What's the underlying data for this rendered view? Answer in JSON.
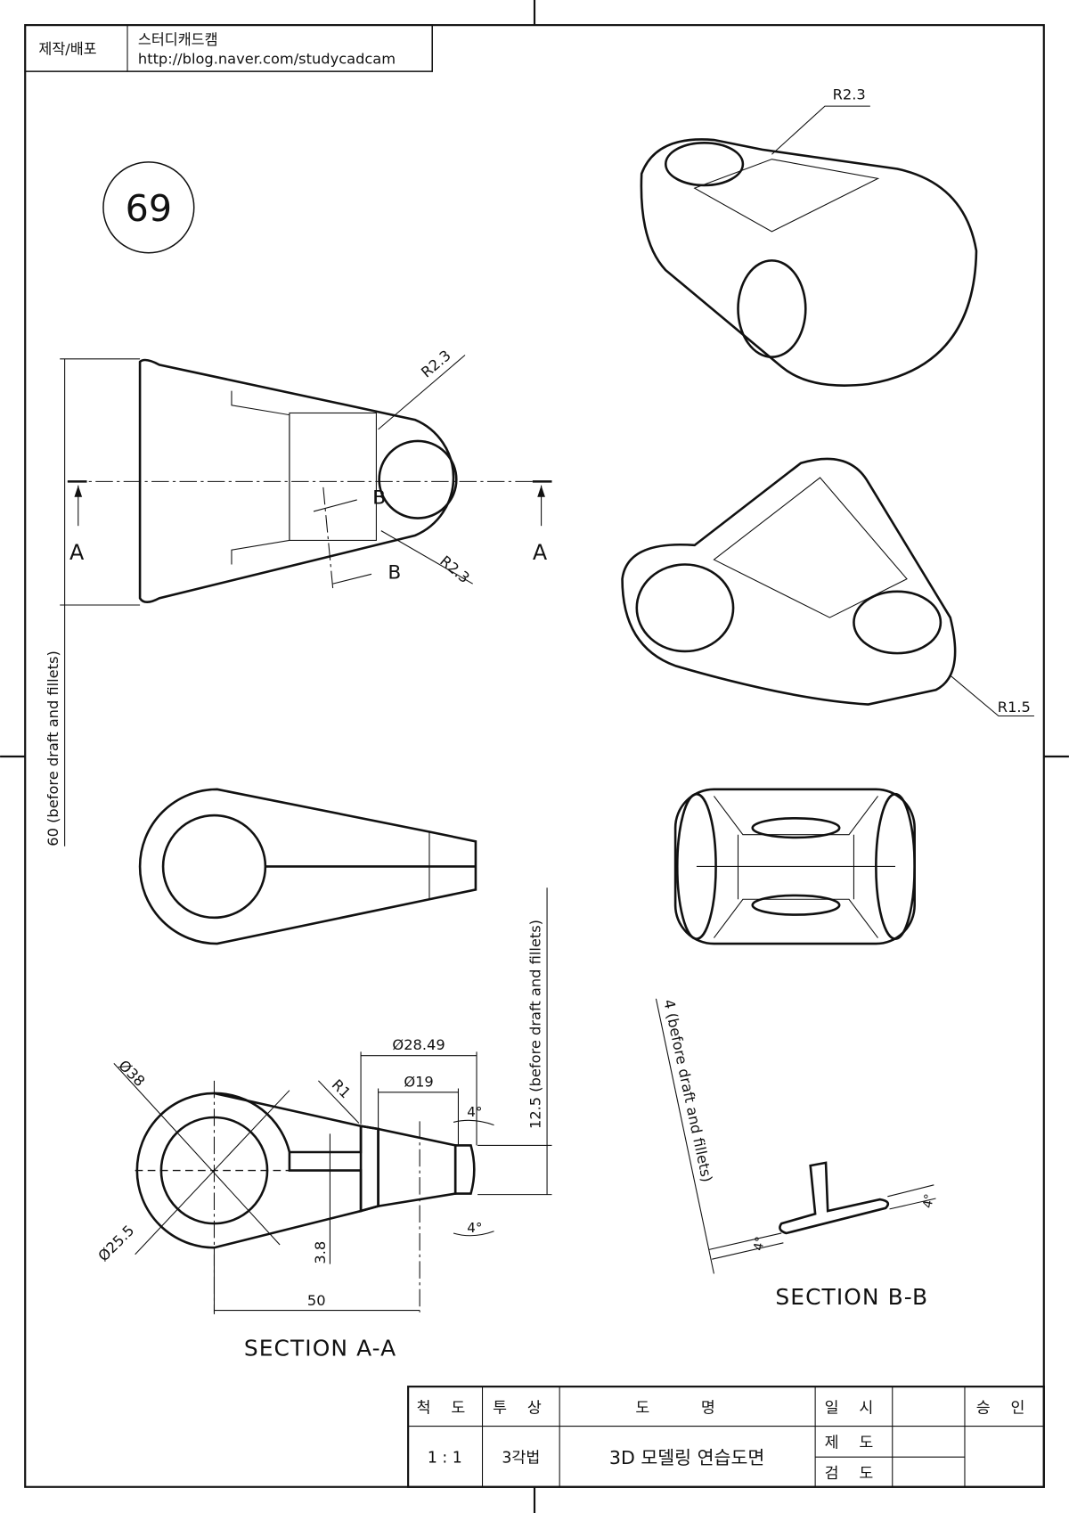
{
  "header": {
    "label": "제작/배포",
    "author": "스터디캐드캠",
    "url": "http://blog.naver.com/studycadcam"
  },
  "drawing_number": "69",
  "iso_views": {
    "top_radius": "R2.3",
    "bottom_radius": "R1.5"
  },
  "front_view": {
    "radius_top": "R2.3",
    "radius_bottom": "R2.3",
    "section_a_left": "A",
    "section_a_right": "A",
    "section_b_top": "B",
    "section_b_bottom": "B",
    "height_dim": "60 (before draft and fillets)"
  },
  "section_aa": {
    "title": "SECTION A-A",
    "dia_outer_top": "Ø28.49",
    "dia_inner_top": "Ø19",
    "fillet": "R1",
    "dia_38": "Ø38",
    "dia_25_5": "Ø25.5",
    "web": "3.8",
    "length": "50",
    "angle_top": "4°",
    "angle_bottom": "4°",
    "height_dim": "12.5 (before draft and fillets)"
  },
  "section_bb": {
    "title": "SECTION B-B",
    "thickness_dim": "4 (before draft and fillets)",
    "angle_left": "4°",
    "angle_right": "4°"
  },
  "title_block": {
    "scale_label": "척 도",
    "projection_label": "투 상",
    "name_label": "도 명",
    "date_label": "일 시",
    "approve_label": "승 인",
    "scale": "1 : 1",
    "projection": "3각법",
    "name": "3D 모델링 연습도면",
    "drafted_label": "제 도",
    "checked_label": "검 도"
  }
}
